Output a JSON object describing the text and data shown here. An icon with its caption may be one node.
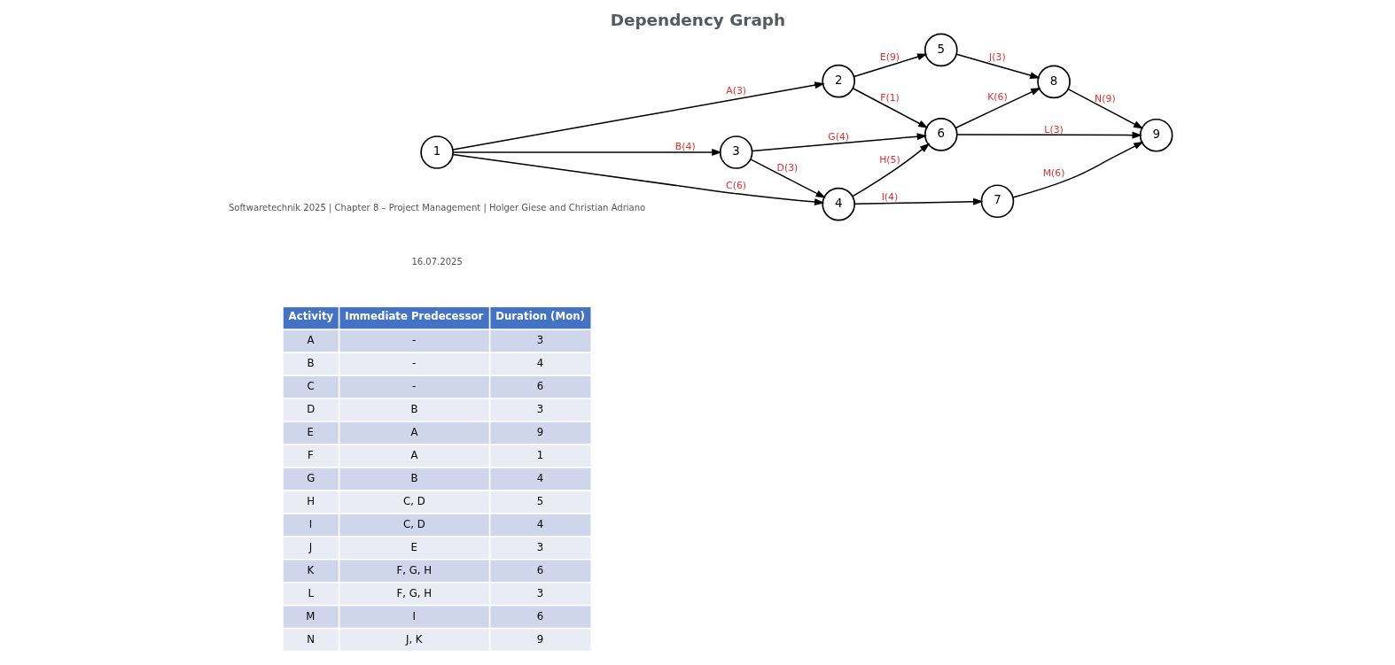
{
  "diagram": {
    "title": "Dependency Graph",
    "nodes": [
      {
        "text": [
          "1"
        ]
      },
      {
        "text": [
          "2"
        ]
      },
      {
        "text": [
          "3"
        ]
      },
      {
        "text": [
          "4"
        ]
      },
      {
        "text": [
          "5"
        ]
      },
      {
        "text": [
          "6"
        ]
      },
      {
        "text": [
          "7"
        ]
      },
      {
        "text": [
          "8"
        ]
      },
      {
        "text": [
          "9"
        ]
      }
    ],
    "edges": [
      {
        "from": 0,
        "to": 1,
        "arrow": "to",
        "label": "A(3)"
      },
      {
        "from": 0,
        "to": 2,
        "arrow": "to",
        "label": "B(4)"
      },
      {
        "from": 0,
        "to": 3,
        "arrow": "to",
        "label": "C(6)"
      },
      {
        "from": 2,
        "to": 3,
        "arrow": "to",
        "label": "D(3)"
      },
      {
        "from": 1,
        "to": 4,
        "arrow": "to",
        "label": "E(9)"
      },
      {
        "from": 1,
        "to": 5,
        "arrow": "to",
        "label": "F(1)"
      },
      {
        "from": 2,
        "to": 5,
        "arrow": "to",
        "label": "G(4)"
      },
      {
        "from": 3,
        "to": 5,
        "arrow": "to",
        "label": "H(5)"
      },
      {
        "from": 3,
        "to": 6,
        "arrow": "to",
        "label": "I(4)"
      },
      {
        "from": 4,
        "to": 7,
        "arrow": "to",
        "label": "J(3)"
      },
      {
        "from": 5,
        "to": 7,
        "arrow": "to",
        "label": "K(6)"
      },
      {
        "from": 5,
        "to": 8,
        "arrow": "to",
        "label": "L(3)"
      },
      {
        "from": 6,
        "to": 8,
        "arrow": "to",
        "label": "M(6)"
      },
      {
        "from": 7,
        "to": 8,
        "arrow": "to",
        "label": "N(9)"
      }
    ],
    "labels": [
      "Activity",
      "Immediate Predecessor",
      "Duration (Mon)",
      "A",
      "-",
      "3",
      "B",
      "-",
      "4",
      "C",
      "-",
      "6",
      "D",
      "B",
      "3",
      "E",
      "A",
      "9",
      "F",
      "A",
      "1",
      "G",
      "B",
      "4",
      "H",
      "C, D",
      "5",
      "I",
      "C, D",
      "4",
      "J",
      "E",
      "3",
      "K",
      "F, G, H",
      "6",
      "L",
      "F, G, H",
      "3",
      "M",
      "I",
      "6",
      "N",
      "J, K",
      "9",
      "16.07.2025",
      "Softwaretechnik 2025 | Chapter 8 – Project Management | Holger Giese and Christian Adriano"
    ]
  }
}
